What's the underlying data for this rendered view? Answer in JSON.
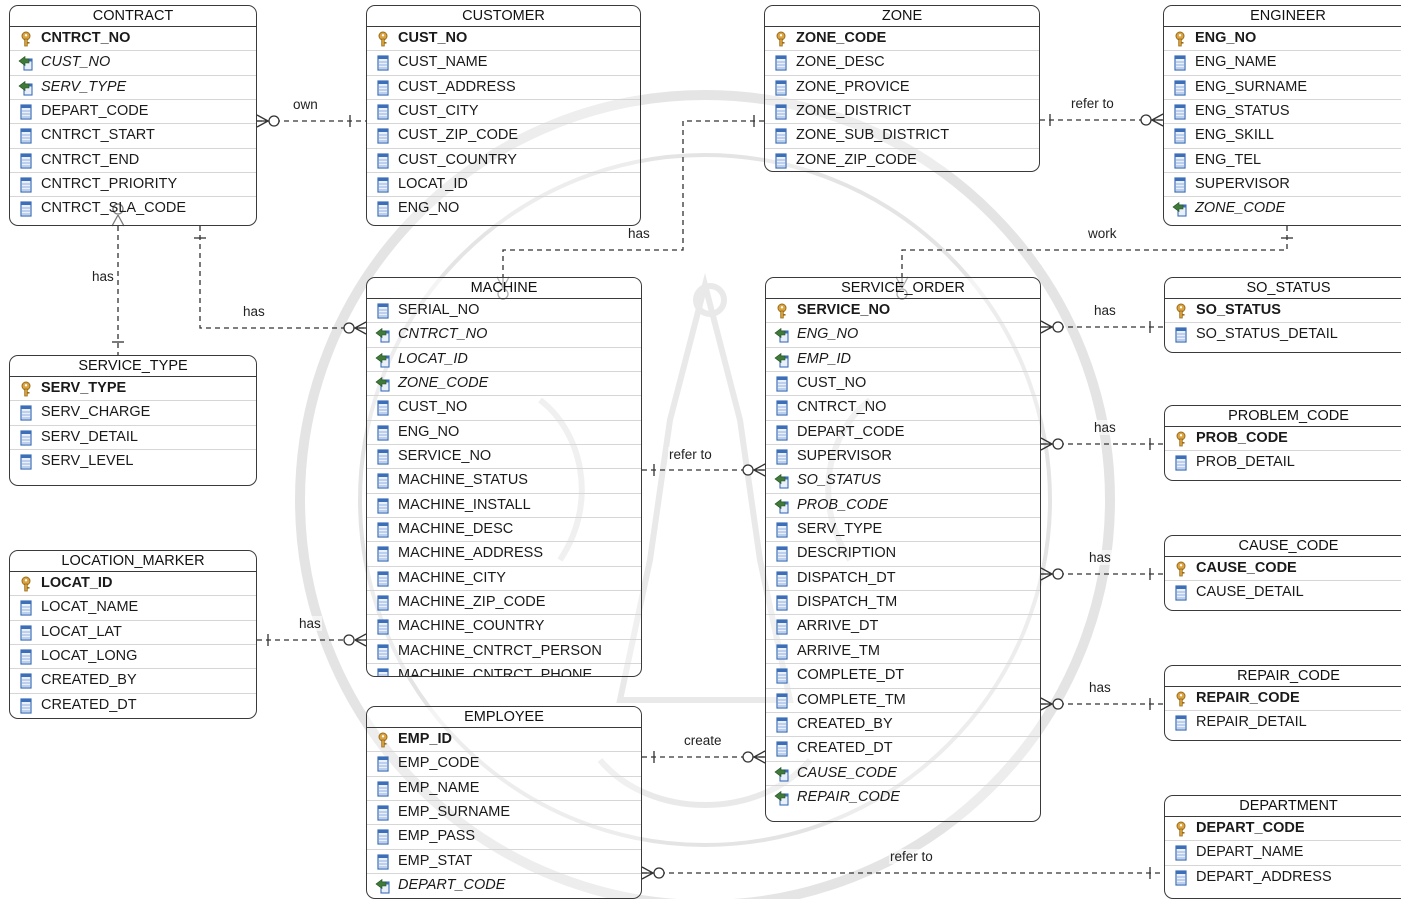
{
  "entities": [
    {
      "name": "CONTRACT",
      "columns": [
        {
          "name": "CNTRCT_NO",
          "kind": "pk"
        },
        {
          "name": "CUST_NO",
          "kind": "fk"
        },
        {
          "name": "SERV_TYPE",
          "kind": "fk"
        },
        {
          "name": "DEPART_CODE",
          "kind": "col"
        },
        {
          "name": "CNTRCT_START",
          "kind": "col"
        },
        {
          "name": "CNTRCT_END",
          "kind": "col"
        },
        {
          "name": "CNTRCT_PRIORITY",
          "kind": "col"
        },
        {
          "name": "CNTRCT_SLA_CODE",
          "kind": "col"
        }
      ]
    },
    {
      "name": "CUSTOMER",
      "columns": [
        {
          "name": "CUST_NO",
          "kind": "pk"
        },
        {
          "name": "CUST_NAME",
          "kind": "col"
        },
        {
          "name": "CUST_ADDRESS",
          "kind": "col"
        },
        {
          "name": "CUST_CITY",
          "kind": "col"
        },
        {
          "name": "CUST_ZIP_CODE",
          "kind": "col"
        },
        {
          "name": "CUST_COUNTRY",
          "kind": "col"
        },
        {
          "name": "LOCAT_ID",
          "kind": "col"
        },
        {
          "name": "ENG_NO",
          "kind": "col"
        }
      ]
    },
    {
      "name": "ZONE",
      "columns": [
        {
          "name": "ZONE_CODE",
          "kind": "pk"
        },
        {
          "name": "ZONE_DESC",
          "kind": "col"
        },
        {
          "name": "ZONE_PROVICE",
          "kind": "col"
        },
        {
          "name": "ZONE_DISTRICT",
          "kind": "col"
        },
        {
          "name": "ZONE_SUB_DISTRICT",
          "kind": "col"
        },
        {
          "name": "ZONE_ZIP_CODE",
          "kind": "col"
        }
      ]
    },
    {
      "name": "ENGINEER",
      "columns": [
        {
          "name": "ENG_NO",
          "kind": "pk"
        },
        {
          "name": "ENG_NAME",
          "kind": "col"
        },
        {
          "name": "ENG_SURNAME",
          "kind": "col"
        },
        {
          "name": "ENG_STATUS",
          "kind": "col"
        },
        {
          "name": "ENG_SKILL",
          "kind": "col"
        },
        {
          "name": "ENG_TEL",
          "kind": "col"
        },
        {
          "name": "SUPERVISOR",
          "kind": "col"
        },
        {
          "name": "ZONE_CODE",
          "kind": "fk"
        }
      ]
    },
    {
      "name": "SERVICE_TYPE",
      "columns": [
        {
          "name": "SERV_TYPE",
          "kind": "pk"
        },
        {
          "name": "SERV_CHARGE",
          "kind": "col"
        },
        {
          "name": "SERV_DETAIL",
          "kind": "col"
        },
        {
          "name": "SERV_LEVEL",
          "kind": "col"
        }
      ]
    },
    {
      "name": "MACHINE",
      "columns": [
        {
          "name": "SERIAL_NO",
          "kind": "col"
        },
        {
          "name": "CNTRCT_NO",
          "kind": "fk"
        },
        {
          "name": "LOCAT_ID",
          "kind": "fk"
        },
        {
          "name": "ZONE_CODE",
          "kind": "fk"
        },
        {
          "name": "CUST_NO",
          "kind": "col"
        },
        {
          "name": "ENG_NO",
          "kind": "col"
        },
        {
          "name": "SERVICE_NO",
          "kind": "col"
        },
        {
          "name": "MACHINE_STATUS",
          "kind": "col"
        },
        {
          "name": "MACHINE_INSTALL",
          "kind": "col"
        },
        {
          "name": "MACHINE_DESC",
          "kind": "col"
        },
        {
          "name": "MACHINE_ADDRESS",
          "kind": "col"
        },
        {
          "name": "MACHINE_CITY",
          "kind": "col"
        },
        {
          "name": "MACHINE_ZIP_CODE",
          "kind": "col"
        },
        {
          "name": "MACHINE_COUNTRY",
          "kind": "col"
        },
        {
          "name": "MACHINE_CNTRCT_PERSON",
          "kind": "col"
        },
        {
          "name": "MACHINE_CNTRCT_PHONE",
          "kind": "col"
        }
      ]
    },
    {
      "name": "SERVICE_ORDER",
      "columns": [
        {
          "name": "SERVICE_NO",
          "kind": "pk"
        },
        {
          "name": "ENG_NO",
          "kind": "fk"
        },
        {
          "name": "EMP_ID",
          "kind": "fk"
        },
        {
          "name": "CUST_NO",
          "kind": "col"
        },
        {
          "name": "CNTRCT_NO",
          "kind": "col"
        },
        {
          "name": "DEPART_CODE",
          "kind": "col"
        },
        {
          "name": "SUPERVISOR",
          "kind": "col"
        },
        {
          "name": "SO_STATUS",
          "kind": "fk"
        },
        {
          "name": "PROB_CODE",
          "kind": "fk"
        },
        {
          "name": "SERV_TYPE",
          "kind": "col"
        },
        {
          "name": "DESCRIPTION",
          "kind": "col"
        },
        {
          "name": "DISPATCH_DT",
          "kind": "col"
        },
        {
          "name": "DISPATCH_TM",
          "kind": "col"
        },
        {
          "name": "ARRIVE_DT",
          "kind": "col"
        },
        {
          "name": "ARRIVE_TM",
          "kind": "col"
        },
        {
          "name": "COMPLETE_DT",
          "kind": "col"
        },
        {
          "name": "COMPLETE_TM",
          "kind": "col"
        },
        {
          "name": "CREATED_BY",
          "kind": "col"
        },
        {
          "name": "CREATED_DT",
          "kind": "col"
        },
        {
          "name": "CAUSE_CODE",
          "kind": "fk"
        },
        {
          "name": "REPAIR_CODE",
          "kind": "fk"
        }
      ]
    },
    {
      "name": "SO_STATUS",
      "columns": [
        {
          "name": "SO_STATUS",
          "kind": "pk"
        },
        {
          "name": "SO_STATUS_DETAIL",
          "kind": "col"
        }
      ]
    },
    {
      "name": "PROBLEM_CODE",
      "columns": [
        {
          "name": "PROB_CODE",
          "kind": "pk"
        },
        {
          "name": "PROB_DETAIL",
          "kind": "col"
        }
      ]
    },
    {
      "name": "LOCATION_MARKER",
      "columns": [
        {
          "name": "LOCAT_ID",
          "kind": "pk"
        },
        {
          "name": "LOCAT_NAME",
          "kind": "col"
        },
        {
          "name": "LOCAT_LAT",
          "kind": "col"
        },
        {
          "name": "LOCAT_LONG",
          "kind": "col"
        },
        {
          "name": "CREATED_BY",
          "kind": "col"
        },
        {
          "name": "CREATED_DT",
          "kind": "col"
        }
      ]
    },
    {
      "name": "CAUSE_CODE",
      "columns": [
        {
          "name": "CAUSE_CODE",
          "kind": "pk"
        },
        {
          "name": "CAUSE_DETAIL",
          "kind": "col"
        }
      ]
    },
    {
      "name": "REPAIR_CODE",
      "columns": [
        {
          "name": "REPAIR_CODE",
          "kind": "pk"
        },
        {
          "name": "REPAIR_DETAIL",
          "kind": "col"
        }
      ]
    },
    {
      "name": "EMPLOYEE",
      "columns": [
        {
          "name": "EMP_ID",
          "kind": "pk"
        },
        {
          "name": "EMP_CODE",
          "kind": "col"
        },
        {
          "name": "EMP_NAME",
          "kind": "col"
        },
        {
          "name": "EMP_SURNAME",
          "kind": "col"
        },
        {
          "name": "EMP_PASS",
          "kind": "col"
        },
        {
          "name": "EMP_STAT",
          "kind": "col"
        },
        {
          "name": "DEPART_CODE",
          "kind": "fk"
        }
      ]
    },
    {
      "name": "DEPARTMENT",
      "columns": [
        {
          "name": "DEPART_CODE",
          "kind": "pk"
        },
        {
          "name": "DEPART_NAME",
          "kind": "col"
        },
        {
          "name": "DEPART_ADDRESS",
          "kind": "col"
        }
      ]
    }
  ],
  "relationships": [
    {
      "label": "own"
    },
    {
      "label": "refer to"
    },
    {
      "label": "has"
    },
    {
      "label": "has"
    },
    {
      "label": "has"
    },
    {
      "label": "work"
    },
    {
      "label": "has"
    },
    {
      "label": "has"
    },
    {
      "label": "refer to"
    },
    {
      "label": "has"
    },
    {
      "label": "has"
    },
    {
      "label": "has"
    },
    {
      "label": "create"
    },
    {
      "label": "refer to"
    }
  ],
  "colors": {
    "border": "#3a3a3a",
    "key_icon": "#d9a441",
    "column_icon": "#3d6fb8",
    "fk_icon": "#3f7a3a",
    "watermark": "#c8c8c8"
  },
  "icons": {
    "pk": "key-icon",
    "col": "column-icon",
    "fk": "foreign-key-icon"
  }
}
